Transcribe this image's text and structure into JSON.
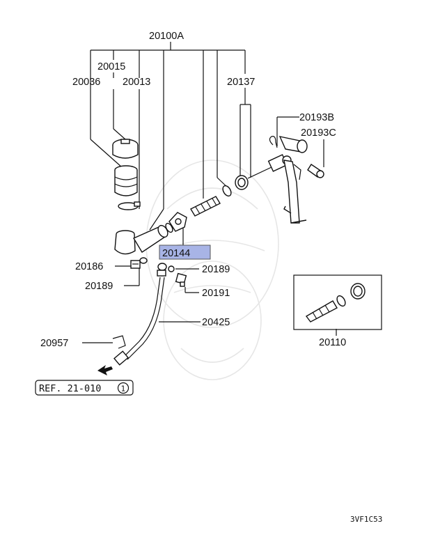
{
  "diagram": {
    "labels": {
      "p20100a": "20100A",
      "p20015": "20015",
      "p20036": "20036",
      "p20013": "20013",
      "p20137": "20137",
      "p20193b": "20193B",
      "p20193c": "20193C",
      "p20144": "20144",
      "p20186": "20186",
      "p20189_right": "20189",
      "p20189_left": "20189",
      "p20191": "20191",
      "p20425": "20425",
      "p20957": "20957",
      "p20110": "20110"
    },
    "reference": {
      "text": "REF. 21-010",
      "circled": "1"
    },
    "code": "3VF1C53",
    "highlight_color": "#a8b4e6"
  }
}
